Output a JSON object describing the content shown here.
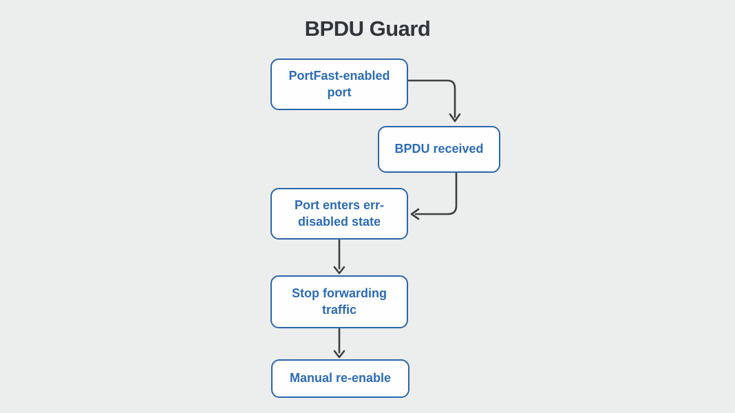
{
  "title": "BPDU Guard",
  "colors": {
    "background": "#eceded",
    "node_fill": "#fefefe",
    "node_border": "#2b65a9",
    "node_text": "#2b6cb5",
    "arrow": "#3d3f41",
    "title_text": "#31353b"
  },
  "diagram": {
    "type": "flowchart",
    "nodes": [
      {
        "id": "portfast",
        "label": "PortFast-enabled port"
      },
      {
        "id": "bpdu-received",
        "label": "BPDU received"
      },
      {
        "id": "err-disabled",
        "label": "Port enters err-disabled state"
      },
      {
        "id": "stop-forwarding",
        "label": "Stop forwarding traffic"
      },
      {
        "id": "manual-reenable",
        "label": "Manual re-enable"
      }
    ],
    "edges": [
      {
        "from": "portfast",
        "to": "bpdu-received",
        "route": "right-then-down"
      },
      {
        "from": "bpdu-received",
        "to": "err-disabled",
        "route": "down-then-left"
      },
      {
        "from": "err-disabled",
        "to": "stop-forwarding",
        "route": "down"
      },
      {
        "from": "stop-forwarding",
        "to": "manual-reenable",
        "route": "down"
      }
    ]
  }
}
